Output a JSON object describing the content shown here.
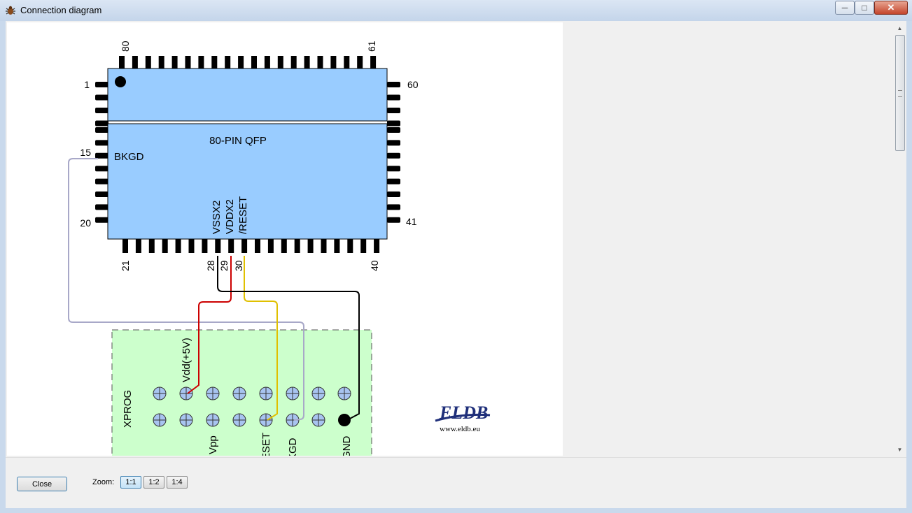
{
  "window": {
    "title": "Connection diagram",
    "icons": {
      "app": "bug-icon",
      "minimize": "minimize-icon",
      "maximize": "maximize-icon",
      "close": "close-icon"
    }
  },
  "diagram": {
    "chip_label": "80-PIN QFP",
    "pin_numbers": [
      "80",
      "61",
      "1",
      "60",
      "15",
      "20",
      "41",
      "21",
      "28",
      "29",
      "30",
      "40"
    ],
    "signal_labels": {
      "bkgd": "BKGD",
      "vssx2": "VSSX2",
      "vddx2": "VDDX2",
      "reset": "/RESET"
    },
    "connector": {
      "name": "XPROG",
      "labels": {
        "vdd": "Vdd(+5V)",
        "vpp": "Vpp",
        "reset": "RESET",
        "bkgd": "BKGD",
        "gnd": "GND"
      }
    },
    "logo": {
      "text": "ELDB",
      "url": "www.eldb.eu"
    },
    "wire_colors": {
      "bkgd": "#a8a8c8",
      "vdd": "#cc0000",
      "reset": "#e0c000",
      "gnd": "#000000"
    },
    "chip_color": "#99ccff",
    "connector_color": "#ccffcc"
  },
  "footer": {
    "close_label": "Close",
    "zoom_label": "Zoom:",
    "zoom_options": [
      "1:1",
      "1:2",
      "1:4"
    ],
    "zoom_selected": "1:1"
  }
}
